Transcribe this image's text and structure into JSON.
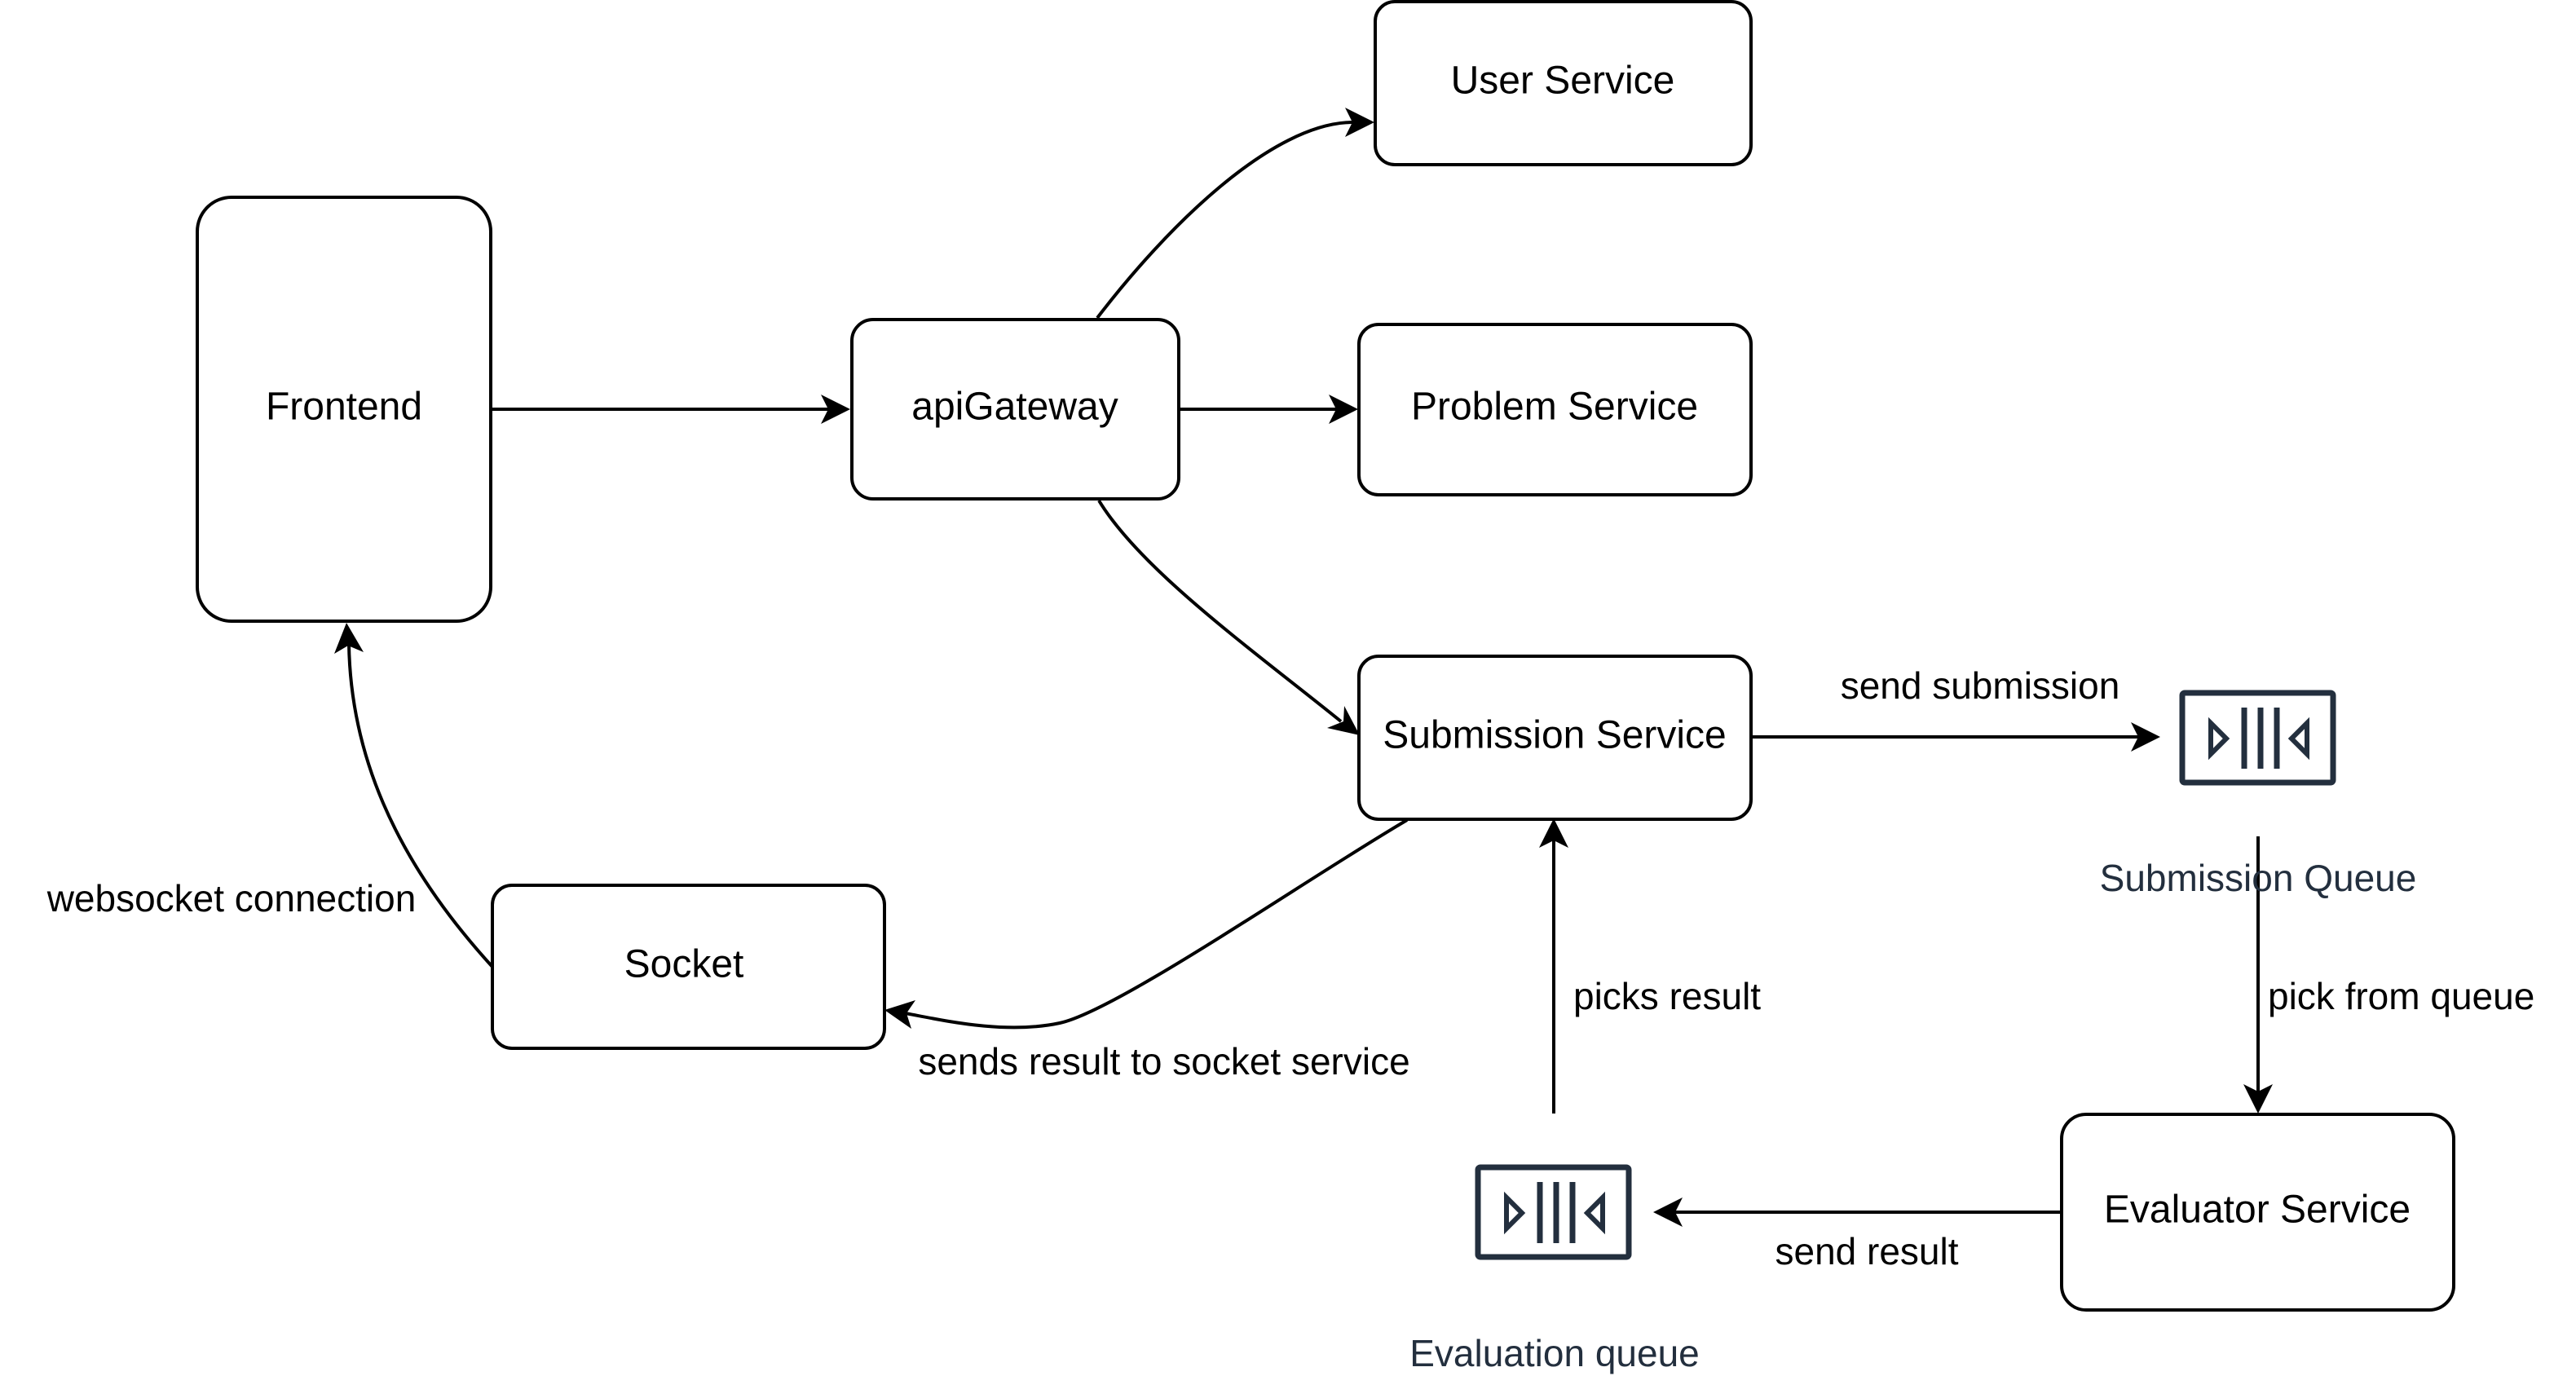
{
  "colors": {
    "stroke": "#000000",
    "queue_icon": "#232f3e",
    "queue_label": "#232f3e",
    "background": "#ffffff"
  },
  "nodes": {
    "frontend": "Frontend",
    "api_gateway": "apiGateway",
    "user_service": "User Service",
    "problem_service": "Problem Service",
    "submission_service": "Submission Service",
    "socket": "Socket",
    "evaluator_service": "Evaluator Service"
  },
  "queues": {
    "submission_queue": {
      "label": "Submission Queue",
      "icon": "queue-icon"
    },
    "evaluation_queue": {
      "label": "Evaluation queue",
      "icon": "queue-icon"
    }
  },
  "edges": {
    "send_submission": "send submission",
    "pick_from_queue": "pick from queue",
    "send_result": "send result",
    "picks_result": "picks result",
    "sends_result_to_socket": "sends result to socket service",
    "websocket_connection": "websocket connection"
  }
}
